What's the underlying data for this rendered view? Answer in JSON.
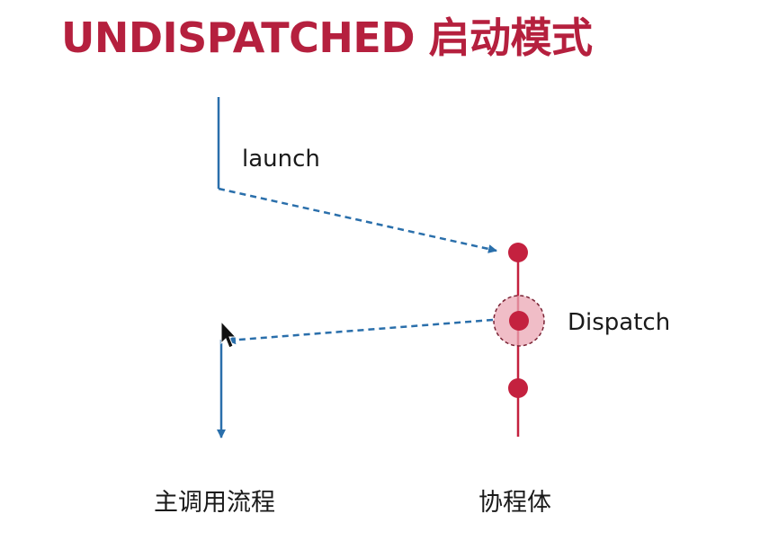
{
  "title": "UNDISPATCHED 启动模式",
  "labels": {
    "launch": "launch",
    "dispatch": "Dispatch",
    "main_flow": "主调用流程",
    "coroutine": "协程体"
  },
  "colors": {
    "title": "#b5203e",
    "main_line": "#2a6fab",
    "coroutine_line": "#c4213f",
    "dispatch_halo": "#eba7b4",
    "text": "#1a1a1a"
  },
  "icons": {
    "cursor": "mouse-pointer-icon"
  }
}
